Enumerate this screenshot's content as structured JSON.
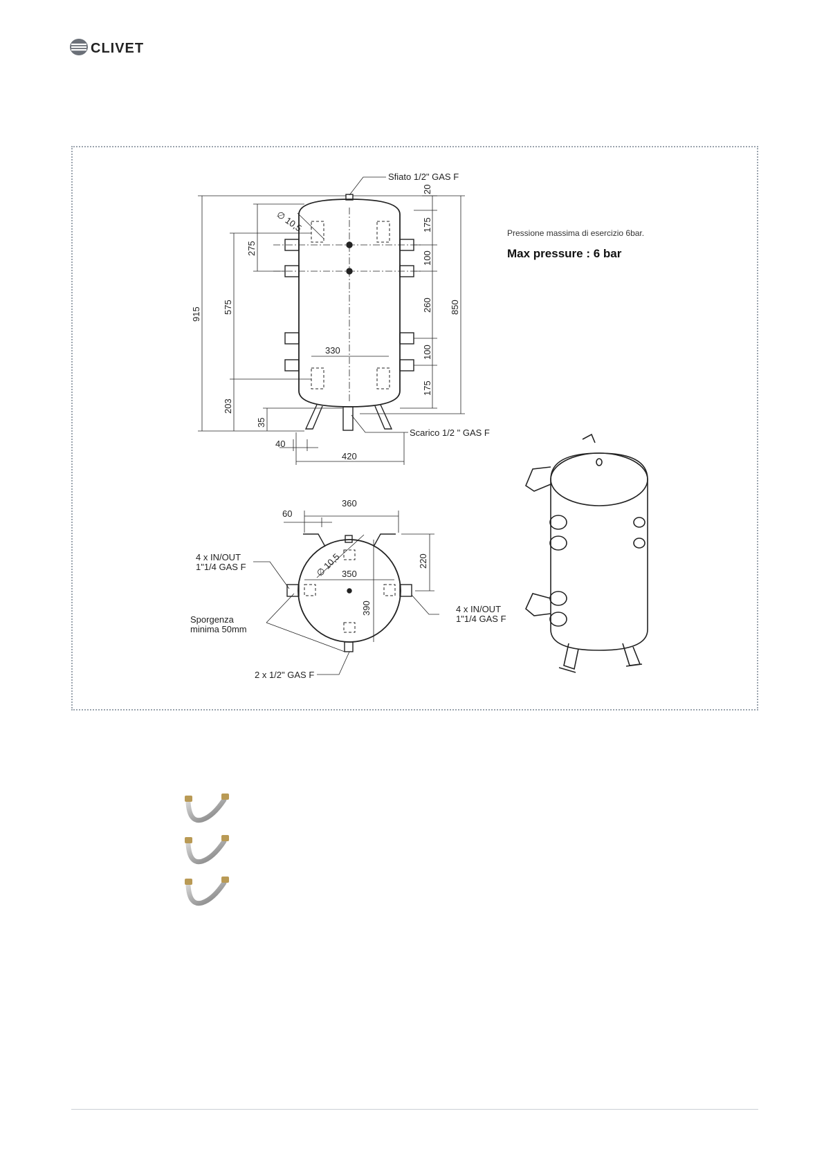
{
  "brand": {
    "name": "CLIVET"
  },
  "side_view": {
    "vent_label": "Sfiato 1/2\" GAS F",
    "drain_label": "Scarico 1/2 \" GAS F",
    "dims": {
      "total_height": "915",
      "d575": "575",
      "d275": "275",
      "d203": "203",
      "d35": "35",
      "d40": "40",
      "d420": "420",
      "d330": "330",
      "d850": "850",
      "d20": "20",
      "d175_top": "175",
      "d100_top": "100",
      "d260": "260",
      "d100_bottom": "100",
      "d175_bottom": "175",
      "dia_10_5": "∅ 10,5"
    }
  },
  "notes": {
    "max_pressure_it": "Pressione massima di esercizio 6bar.",
    "max_pressure_en": "Max pressure : 6 bar"
  },
  "top_view": {
    "dims": {
      "d360": "360",
      "d60": "60",
      "d220": "220",
      "d350": "350",
      "d390": "390",
      "dia_10_5": "∅ 10,5"
    },
    "inout_left_line1": "4 x IN/OUT",
    "inout_left_line2": "1\"1/4 GAS F",
    "inout_right_line1": "4 x IN/OUT",
    "inout_right_line2": "1\"1/4 GAS F",
    "protrusion_line1": "Sporgenza",
    "protrusion_line2": "minima 50mm",
    "gas_bottom": "2 x 1/2\" GAS F"
  }
}
